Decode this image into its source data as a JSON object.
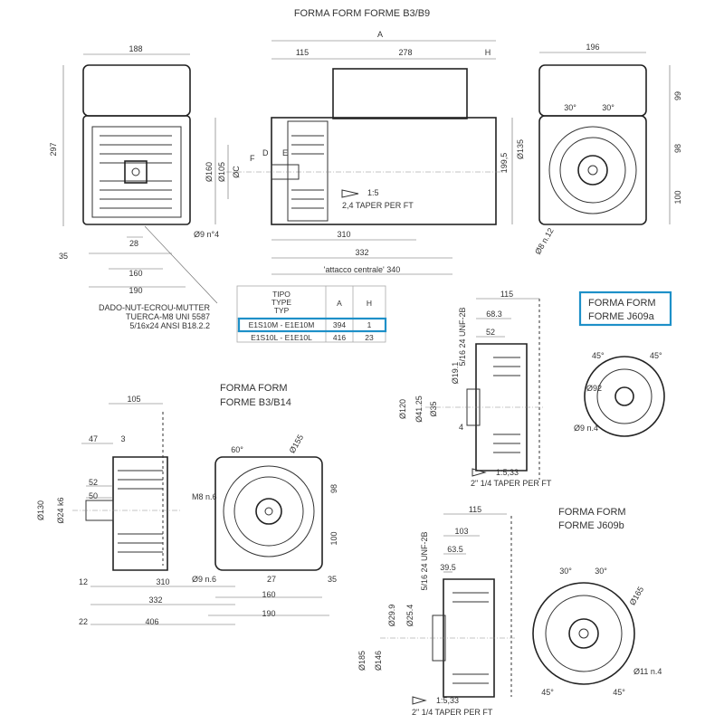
{
  "title": "FORMA FORM FORME B3/B9",
  "front_view": {
    "w188": "188",
    "h297": "297",
    "holes": "Ø9 n°4",
    "d28": "28",
    "d35": "35",
    "d160": "160",
    "d190": "190",
    "nut_note": [
      "DADO-NUT-ECROU-MUTTER",
      "TUERCA-M8 UNI 5587",
      "5/16x24 ANSI B18.2.2"
    ]
  },
  "side_view": {
    "A": "A",
    "d115": "115",
    "d278": "278",
    "H": "H",
    "d160": "Ø160",
    "d105": "Ø105",
    "dC": "ØC",
    "F": "F",
    "D": "D",
    "E": "E",
    "taper_ratio": "1:5",
    "taper": "2,4 TAPER PER FT",
    "d310": "310",
    "d332": "332",
    "center": "'attacco centrale' 340",
    "d199": "199,5"
  },
  "end_view": {
    "w196": "196",
    "h99": "99",
    "h98": "98",
    "h100": "100",
    "a30a": "30°",
    "a30b": "30°",
    "d135": "Ø135",
    "holes": "Ø8 n.12"
  },
  "table": {
    "header": {
      "type": [
        "TIPO",
        "TYPE",
        "TYP"
      ],
      "A": "A",
      "H": "H"
    },
    "rows": [
      {
        "type": "E1S10M - E1E10M",
        "A": "394",
        "H": "1",
        "highlighted": true
      },
      {
        "type": "E1S10L - E1E10L",
        "A": "416",
        "H": "23"
      }
    ]
  },
  "j609a": {
    "title": [
      "FORMA FORM",
      "FORME J609a"
    ],
    "d115": "115",
    "d68": "68.3",
    "d52": "52",
    "thread": "5/16 24 UNF-2B",
    "d19": "Ø19.1",
    "d120": "Ø120",
    "d41": "Ø41.25",
    "d35": "Ø35",
    "d4": "4",
    "taper_ratio": "1:5,33",
    "taper": "2\" 1/4 TAPER PER FT",
    "a45a": "45°",
    "a45b": "45°",
    "d92": "Ø92",
    "holes": "Ø9 n.4"
  },
  "b14": {
    "title": [
      "FORMA FORM",
      "FORME B3/B14"
    ],
    "d105": "105",
    "d47": "47",
    "d3": "3",
    "d52": "52",
    "d50": "50",
    "d130": "Ø130",
    "d24": "Ø24 k6",
    "d12": "12",
    "d310": "310",
    "d332": "332",
    "d22": "22",
    "d406": "406",
    "a60": "60°",
    "d155": "Ø155",
    "m8": "M8 n.6",
    "h98": "98",
    "h100": "100",
    "holes": "Ø9 n.6",
    "d27": "27",
    "d35": "35",
    "d160": "160",
    "d190": "190"
  },
  "j609b": {
    "title": [
      "FORMA FORM",
      "FORME J609b"
    ],
    "d115": "115",
    "d103": "103",
    "d63": "63.5",
    "d39": "39.5",
    "thread": "5/16 24 UNF-2B",
    "d29": "Ø29.9",
    "d25": "Ø25.4",
    "d185": "Ø185",
    "d146": "Ø146",
    "taper_ratio": "1:5,33",
    "taper": "2\" 1/4 TAPER PER FT",
    "a30a": "30°",
    "a30b": "30°",
    "d165": "Ø165",
    "holes": "Ø11 n.4",
    "a45a": "45°",
    "a45b": "45°"
  },
  "colors": {
    "highlight": "#1e90c8"
  }
}
